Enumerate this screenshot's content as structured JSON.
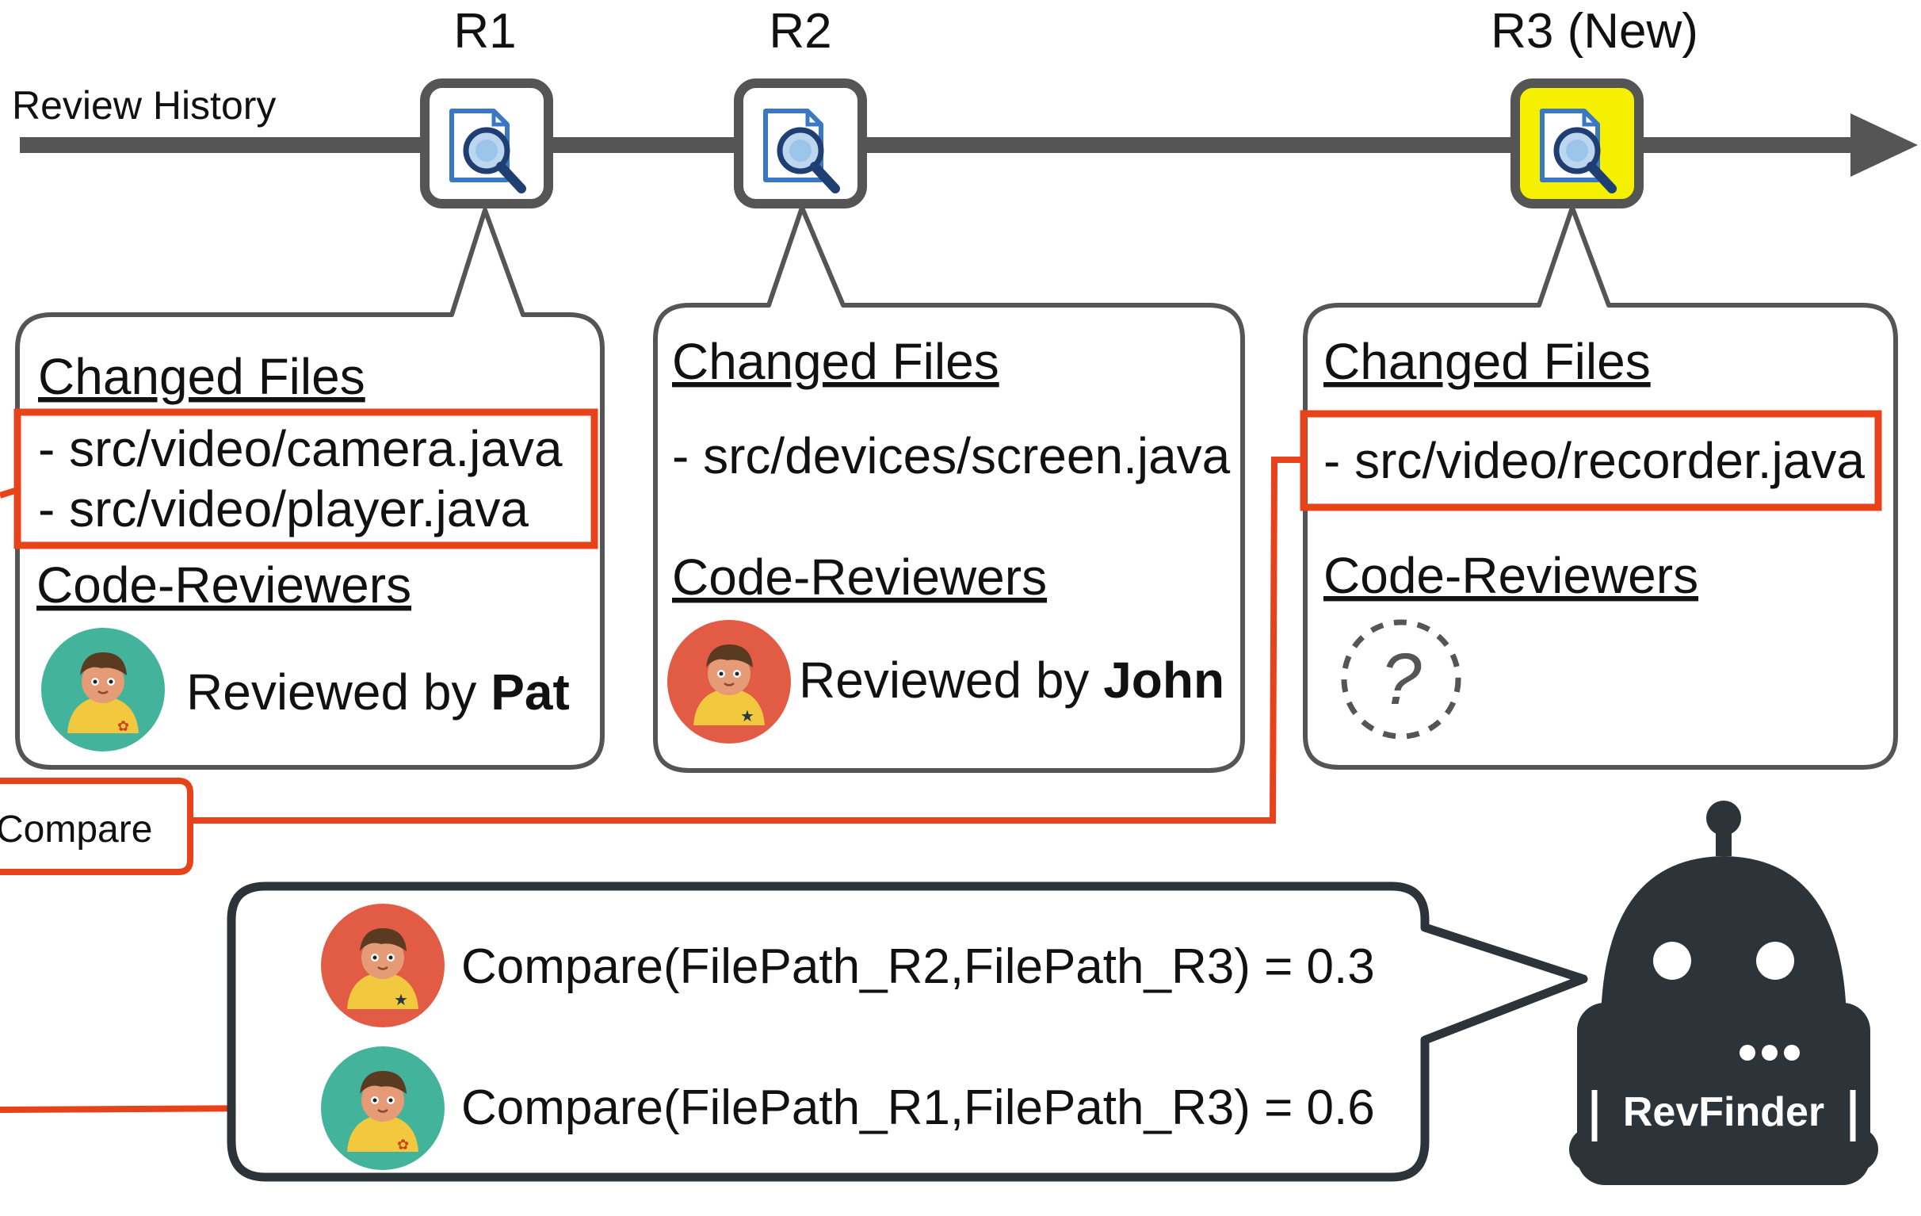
{
  "timeline": {
    "label": "Review History",
    "reviews": [
      {
        "id": "R1"
      },
      {
        "id": "R2"
      },
      {
        "id": "R3 (New)"
      }
    ]
  },
  "cards": [
    {
      "files_heading": "Changed Files",
      "files": [
        "- src/video/camera.java",
        "- src/video/player.java"
      ],
      "reviewers_heading": "Code-Reviewers",
      "reviewed_prefix": "Reviewed by ",
      "reviewer": "Pat"
    },
    {
      "files_heading": "Changed Files",
      "files": [
        "- src/devices/screen.java"
      ],
      "reviewers_heading": "Code-Reviewers",
      "reviewed_prefix": "Reviewed by ",
      "reviewer": "John"
    },
    {
      "files_heading": "Changed Files",
      "files": [
        "- src/video/recorder.java"
      ],
      "reviewers_heading": "Code-Reviewers",
      "unknown_mark": "?"
    }
  ],
  "compare_label": "Compare",
  "results": [
    {
      "text": "Compare(FilePath_R2,FilePath_R3) = 0.3"
    },
    {
      "text": "Compare(FilePath_R1,FilePath_R3) = 0.6"
    }
  ],
  "robot": {
    "name": "RevFinder"
  },
  "colors": {
    "dark": "#555555",
    "highlight": "#e8421a",
    "new_review": "#f5f000",
    "doc_blue": "#3b78c4",
    "avatar_teal": "#44b39c",
    "avatar_red": "#e25c45",
    "robot": "#2d3439"
  }
}
